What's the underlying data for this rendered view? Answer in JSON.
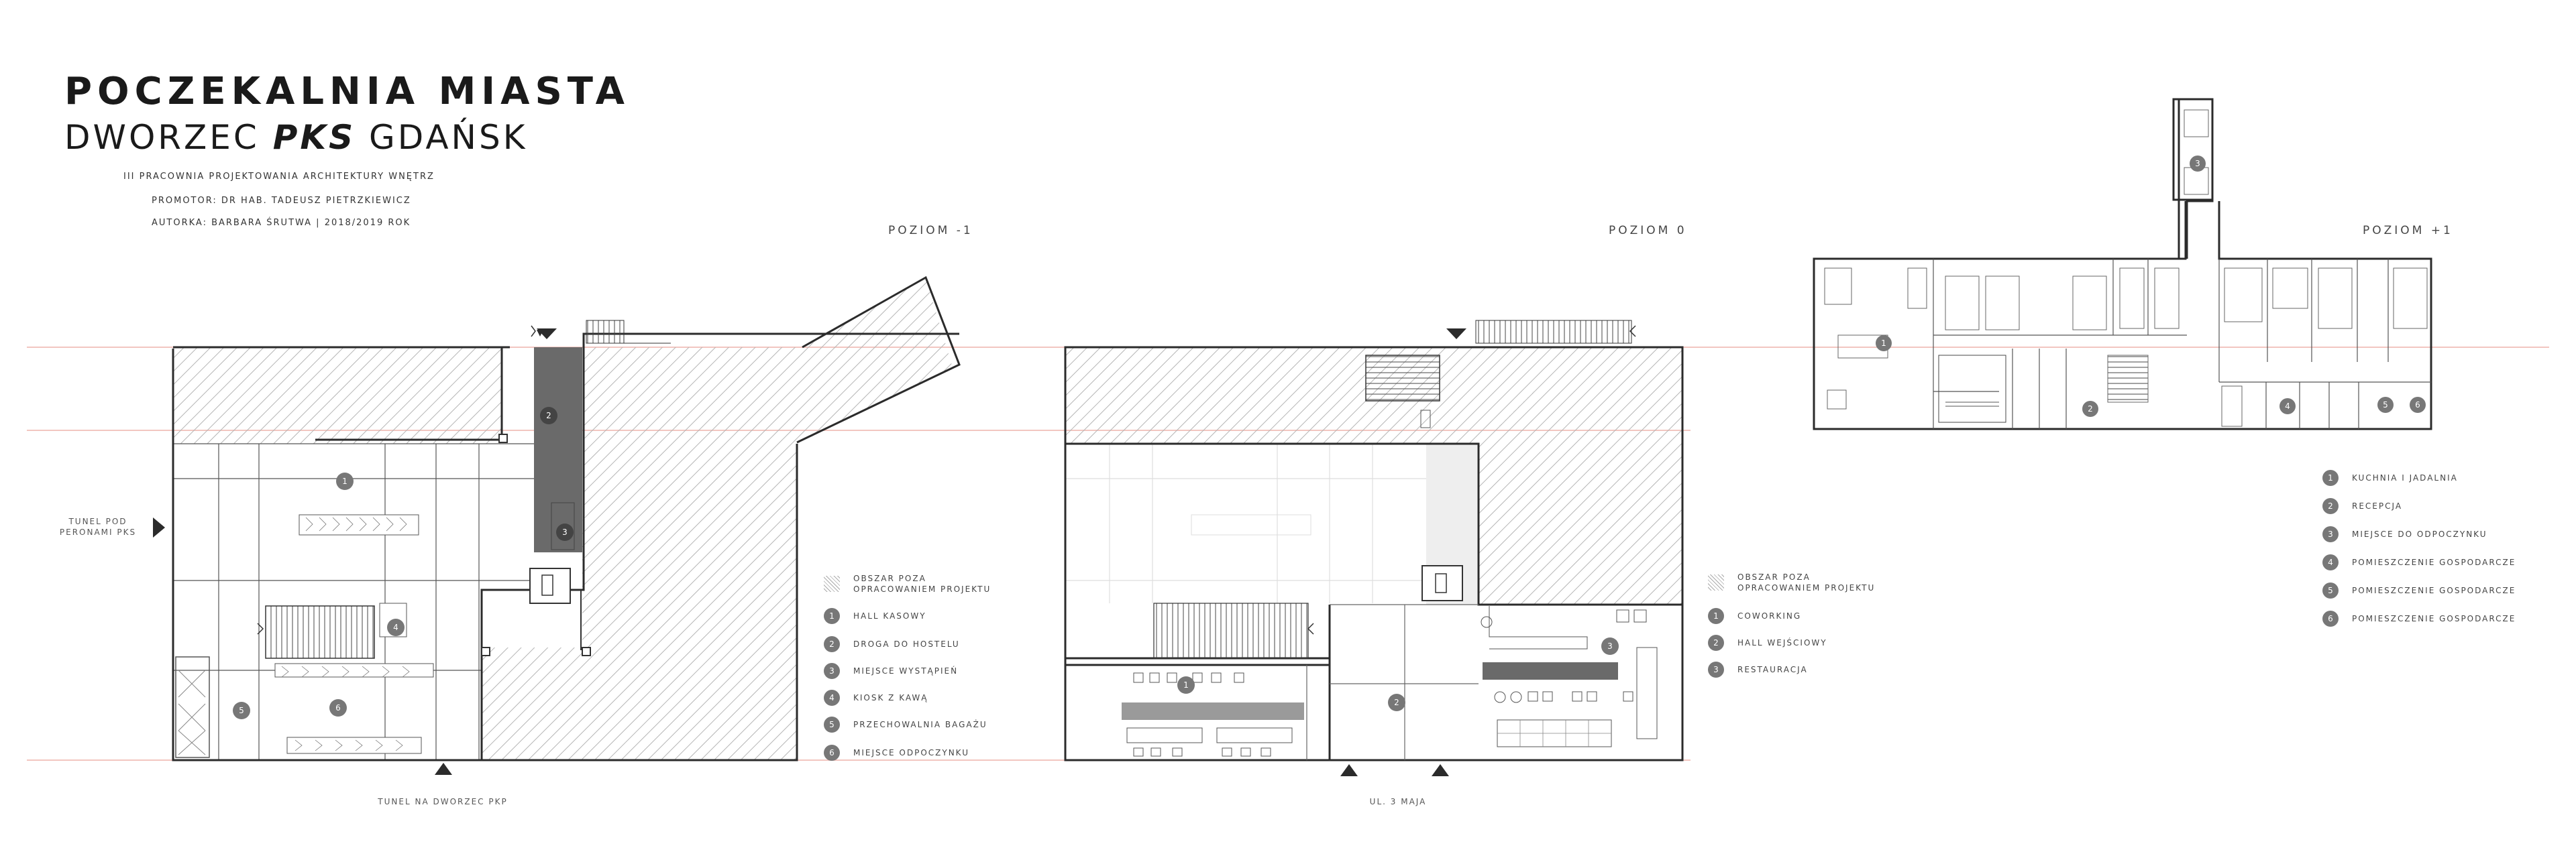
{
  "header": {
    "title_line1": "POCZEKALNIA MIASTA",
    "title_line2_a": "DWORZEC ",
    "title_line2_b": "PKS",
    "title_line2_c": " GDAŃSK",
    "studio": "III PRACOWNIA PROJEKTOWANIA ARCHITEKTURY WNĘTRZ",
    "promotor": "PROMOTOR: DR HAB. TADEUSZ PIETRZKIEWICZ",
    "author": "AUTORKA: BARBARA ŚRUTWA | 2018/2019 ROK"
  },
  "levels": {
    "minus1": "POZIOM -1",
    "zero": "POZIOM 0",
    "plus1": "POZIOM +1"
  },
  "labels": {
    "tunnel_left": "TUNEL POD\nPERONAMI PKS",
    "tunnel_bottom": "TUNEL NA DWORZEC PKP",
    "street": "UL. 3 MAJA"
  },
  "legend_minus1": {
    "outside": "OBSZAR POZA\nOPRACOWANIEM PROJEKTU",
    "items": [
      {
        "n": "1",
        "label": "HALL KASOWY"
      },
      {
        "n": "2",
        "label": "DROGA DO HOSTELU"
      },
      {
        "n": "3",
        "label": "MIEJSCE WYSTĄPIEŃ"
      },
      {
        "n": "4",
        "label": "KIOSK Z KAWĄ"
      },
      {
        "n": "5",
        "label": "PRZECHOWALNIA BAGAŻU"
      },
      {
        "n": "6",
        "label": "MIEJSCE ODPOCZYNKU"
      }
    ]
  },
  "legend_zero": {
    "outside": "OBSZAR POZA\nOPRACOWANIEM PROJEKTU",
    "items": [
      {
        "n": "1",
        "label": "COWORKING"
      },
      {
        "n": "2",
        "label": "HALL WEJŚCIOWY"
      },
      {
        "n": "3",
        "label": "RESTAURACJA"
      }
    ]
  },
  "legend_plus1": {
    "items": [
      {
        "n": "1",
        "label": "KUCHNIA I JADALNIA"
      },
      {
        "n": "2",
        "label": "RECEPCJA"
      },
      {
        "n": "3",
        "label": "MIEJSCE DO ODPOCZYNKU"
      },
      {
        "n": "4",
        "label": "POMIESZCZENIE GOSPODARCZE"
      },
      {
        "n": "5",
        "label": "POMIESZCZENIE GOSPODARCZE"
      },
      {
        "n": "6",
        "label": "POMIESZCZENIE GOSPODARCZE"
      }
    ]
  },
  "plan_markers": {
    "minus1": [
      "1",
      "2",
      "3",
      "4",
      "5",
      "6"
    ],
    "zero": [
      "1",
      "2",
      "3"
    ],
    "plus1": [
      "1",
      "2",
      "3",
      "4",
      "5",
      "6"
    ]
  },
  "colors": {
    "wall": "#2b2b2b",
    "hatch": "#b5b5b5",
    "accent_line": "#f2c6c0",
    "badge": "#777777",
    "dark_fill": "#6a6a6a"
  }
}
